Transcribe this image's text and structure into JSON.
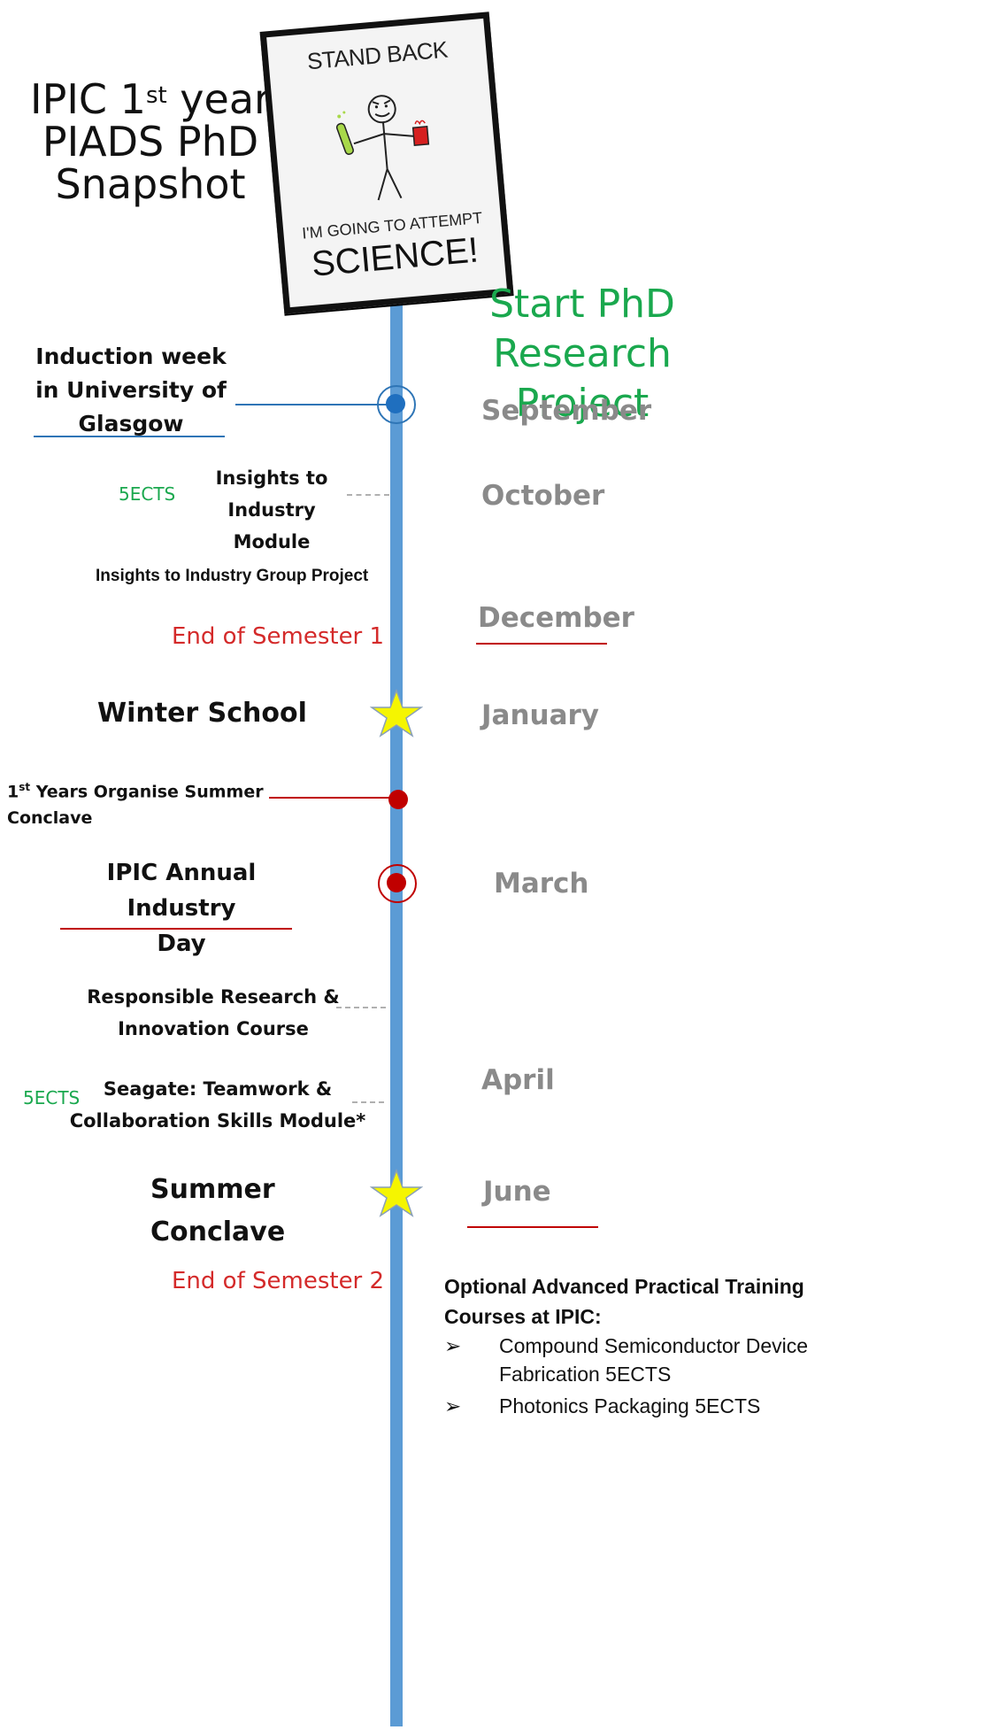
{
  "title": {
    "line1_prefix": "IPIC 1",
    "line1_sup": "st",
    "line1_suffix": " year",
    "line2": "PIADS PhD",
    "line3": "Snapshot"
  },
  "sign": {
    "top": "STAND BACK",
    "mid": "I'M GOING TO ATTEMPT",
    "big": "SCIENCE!"
  },
  "start": {
    "line1": "Start PhD Research",
    "line2": "Project"
  },
  "months": {
    "september": "September",
    "october": "October",
    "december": "December",
    "january": "January",
    "march": "March",
    "april": "April",
    "june": "June"
  },
  "events": {
    "induction": {
      "line1": "Induction week",
      "line2": "in University of",
      "line3": "Glasgow"
    },
    "insights_module": {
      "ects": "5ECTS",
      "line1": "Insights to",
      "line2": "Industry  Module"
    },
    "group_project": "Insights to Industry Group Project",
    "end_sem1": "End of Semester 1",
    "winter_school": "Winter School",
    "organise": {
      "sup_prefix": "1",
      "sup": "st",
      "line1": " Years Organise Summer",
      "line2": "Conclave"
    },
    "industry_day": {
      "line1": "IPIC Annual Industry",
      "line2": "Day"
    },
    "rri": {
      "line1": "Responsible Research &",
      "line2": "Innovation Course"
    },
    "seagate": {
      "ects": "5ECTS",
      "line1": "Seagate: Teamwork &",
      "line2": "Collaboration Skills Module*"
    },
    "summer_conclave": {
      "line1": "Summer",
      "line2": "Conclave"
    },
    "end_sem2": "End of Semester 2"
  },
  "optional": {
    "heading1": "Optional Advanced Practical Training",
    "heading2": "Courses at IPIC:",
    "bullet_icon": "➢",
    "items": [
      {
        "line1": "Compound Semiconductor Device",
        "line2": "Fabrication 5ECTS"
      },
      {
        "line1": "Photonics Packaging 5ECTS",
        "line2": ""
      }
    ]
  },
  "colors": {
    "post": "#5b9bd5",
    "green": "#1aa84e",
    "red": "#d42a2a",
    "month": "#8a8a8a",
    "star": "#f5f500"
  }
}
